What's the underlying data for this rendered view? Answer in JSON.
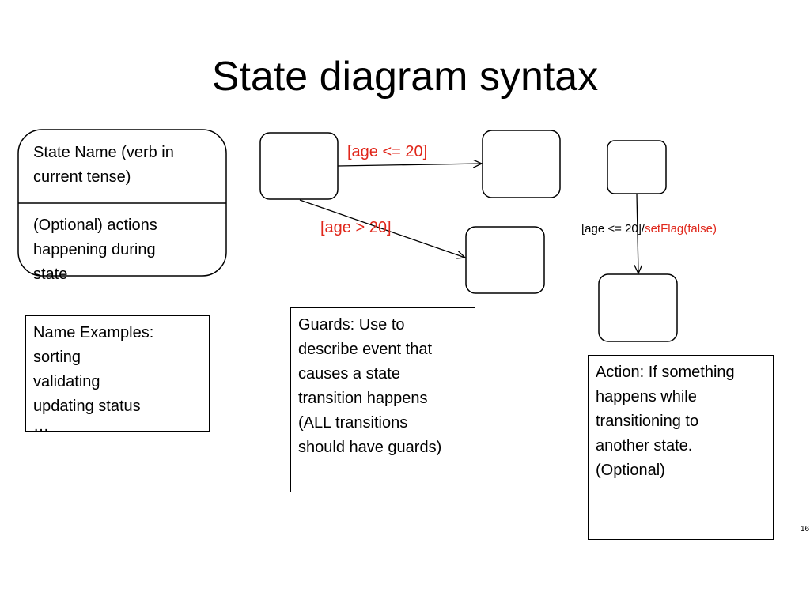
{
  "title": "State diagram syntax",
  "state_box": {
    "name_lines": [
      "State Name (verb in",
      "current tense)"
    ],
    "actions_lines": [
      "(Optional) actions",
      "happening during",
      "state"
    ]
  },
  "guards": {
    "top": "[age <= 20]",
    "bottom": "[age > 20]"
  },
  "action_label": {
    "guard": "[age <= 20]/",
    "action": "setFlag(false)"
  },
  "notes": {
    "names": [
      "Name Examples:",
      "sorting",
      "validating",
      "updating status",
      "…"
    ],
    "guards": [
      "Guards: Use to",
      "describe event that",
      "causes a state",
      "transition happens",
      "(ALL transitions",
      "should have guards)"
    ],
    "action": [
      "Action: If something",
      "happens while",
      "transitioning to",
      "another state.",
      "(Optional)"
    ]
  },
  "colors": {
    "guard_text": "#e0271b",
    "stroke": "#000000"
  },
  "page_number": "16"
}
